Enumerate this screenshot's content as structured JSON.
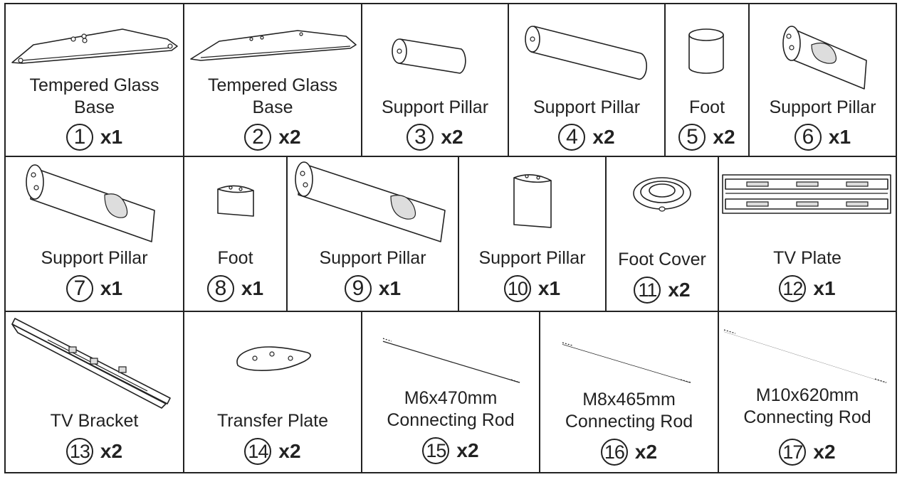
{
  "parts": [
    {
      "id": "p1",
      "name": [
        "Tempered Glass",
        "Base"
      ],
      "number": "1",
      "qty": "x1"
    },
    {
      "id": "p2",
      "name": [
        "Tempered Glass",
        "Base"
      ],
      "number": "2",
      "qty": "x2"
    },
    {
      "id": "p3",
      "name": [
        "Support Pillar"
      ],
      "number": "3",
      "qty": "x2"
    },
    {
      "id": "p4",
      "name": [
        "Support Pillar"
      ],
      "number": "4",
      "qty": "x2"
    },
    {
      "id": "p5",
      "name": [
        "Foot"
      ],
      "number": "5",
      "qty": "x2"
    },
    {
      "id": "p6",
      "name": [
        "Support Pillar"
      ],
      "number": "6",
      "qty": "x1"
    },
    {
      "id": "p7",
      "name": [
        "Support Pillar"
      ],
      "number": "7",
      "qty": "x1"
    },
    {
      "id": "p8",
      "name": [
        "Foot"
      ],
      "number": "8",
      "qty": "x1"
    },
    {
      "id": "p9",
      "name": [
        "Support Pillar"
      ],
      "number": "9",
      "qty": "x1"
    },
    {
      "id": "p10",
      "name": [
        "Support Pillar"
      ],
      "number": "10",
      "qty": "x1"
    },
    {
      "id": "p11",
      "name": [
        "Foot Cover"
      ],
      "number": "11",
      "qty": "x2"
    },
    {
      "id": "p12",
      "name": [
        "TV Plate"
      ],
      "number": "12",
      "qty": "x1"
    },
    {
      "id": "p13",
      "name": [
        "TV Bracket"
      ],
      "number": "13",
      "qty": "x2"
    },
    {
      "id": "p14",
      "name": [
        "Transfer Plate"
      ],
      "number": "14",
      "qty": "x2"
    },
    {
      "id": "p15",
      "name": [
        "M6x470mm",
        "Connecting Rod"
      ],
      "number": "15",
      "qty": "x2"
    },
    {
      "id": "p16",
      "name": [
        "M8x465mm",
        "Connecting Rod"
      ],
      "number": "16",
      "qty": "x2"
    },
    {
      "id": "p17",
      "name": [
        "M10x620mm",
        "Connecting Rod"
      ],
      "number": "17",
      "qty": "x2"
    }
  ],
  "colors": {
    "line": "#222222",
    "background": "#ffffff"
  }
}
